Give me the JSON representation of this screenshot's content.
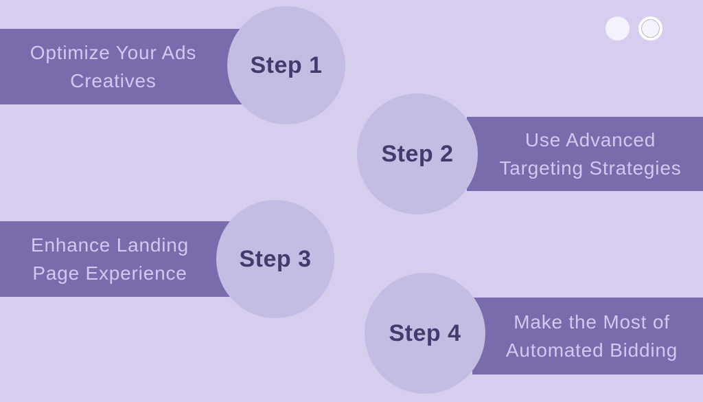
{
  "colors": {
    "background": "#d6cdef",
    "banner": "#7a6bac",
    "circle": "#c3bce3",
    "step_text": "#443a6d",
    "banner_text": "#d2c8f1",
    "dot": "#ffffff"
  },
  "steps": [
    {
      "label": "Step 1",
      "line1": "Optimize Your Ads",
      "line2": "Creatives",
      "side": "left"
    },
    {
      "label": "Step 2",
      "line1": "Use Advanced",
      "line2": "Targeting Strategies",
      "side": "right"
    },
    {
      "label": "Step 3",
      "line1": "Enhance Landing",
      "line2": "Page Experience",
      "side": "left"
    },
    {
      "label": "Step 4",
      "line1": "Make the Most of",
      "line2": "Automated Bidding",
      "side": "right"
    }
  ],
  "pagination": {
    "dots": [
      {
        "state": "active"
      },
      {
        "state": "inactive"
      }
    ]
  }
}
